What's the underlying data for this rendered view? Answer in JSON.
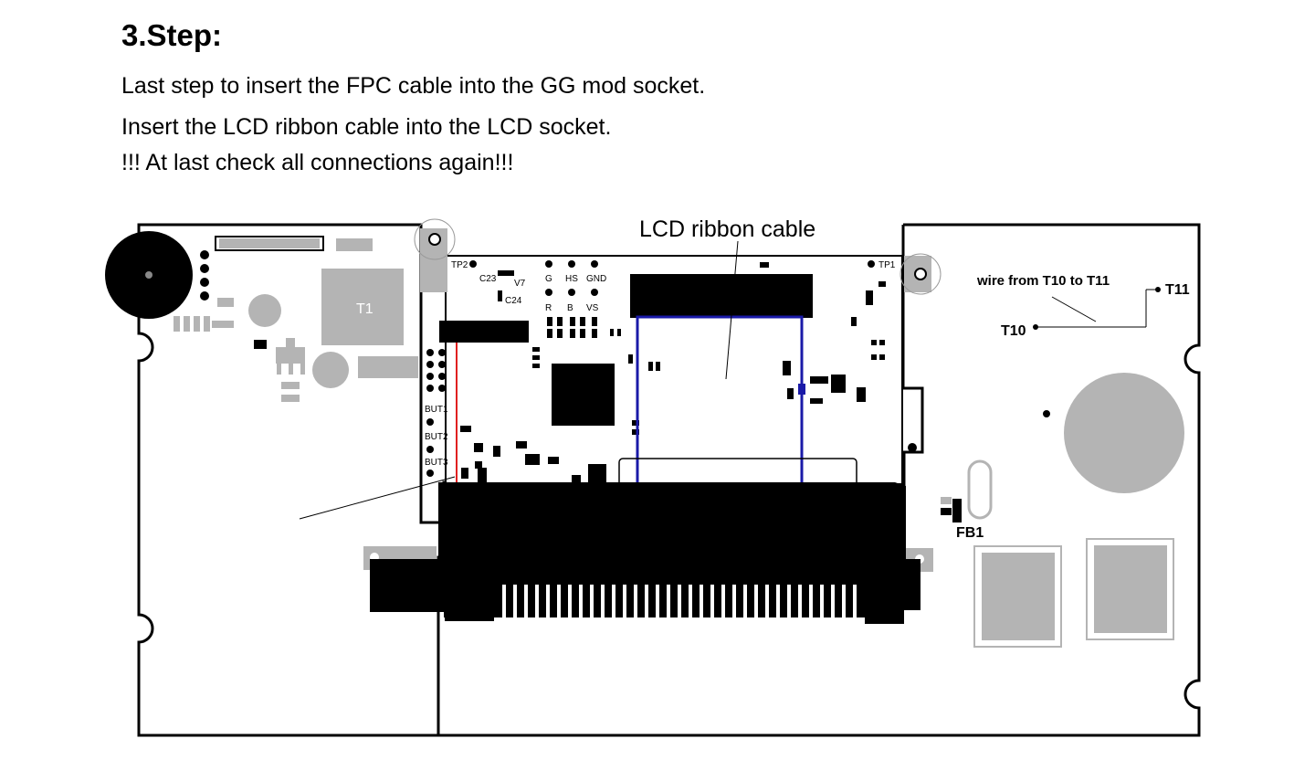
{
  "heading": "3.Step:",
  "instructions": [
    "Last step to insert the FPC cable into the GG mod socket.",
    "Insert the LCD ribbon cable into the LCD socket.",
    "!!! At last check all connections again!!!"
  ],
  "diagram": {
    "callouts": {
      "lcd_ribbon": "LCD ribbon cable",
      "wire_note": "wire from T10 to T11",
      "t10": "T10",
      "t11": "T11",
      "fb1": "FB1"
    },
    "board_labels": {
      "t1": "T1",
      "tp1": "TP1",
      "tp2": "TP2",
      "c23": "C23",
      "c24": "C24",
      "v7": "V7",
      "g": "G",
      "hs": "HS",
      "gnd": "GND",
      "r": "R",
      "b": "B",
      "vs": "VS",
      "but1": "BUT1",
      "but2": "BUT2",
      "but3": "BUT3"
    },
    "colors": {
      "fpc_outline": "#e02020",
      "lcd_outline": "#1a1aa8",
      "faded_part": "#b4b4b4",
      "ink": "#000000"
    }
  }
}
